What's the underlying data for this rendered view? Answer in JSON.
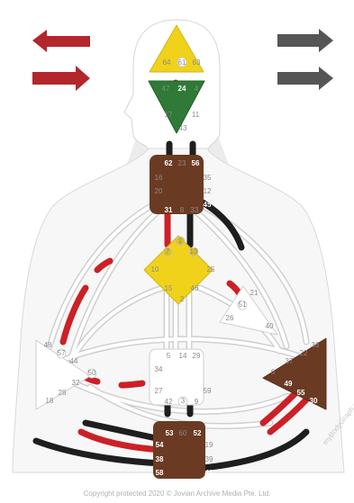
{
  "arrows": {
    "left_colors": [
      "#b3262b",
      "#b3262b"
    ],
    "right_colors": [
      "#555555",
      "#555555"
    ]
  },
  "colors": {
    "defined_channel": "#cc2027",
    "black_channel": "#1e1e1e",
    "open_channel": "#ffffff",
    "head": "#f0d21b",
    "ajna": "#2f7a37",
    "throat": "#6b3a22",
    "g_center": "#f0d21b",
    "heart": "#ffffff",
    "spleen": "#ffffff",
    "sacral": "#ffffff",
    "solar_plexus": "#6b3a22",
    "root": "#6b3a22",
    "body_outline": "#e8e8e8"
  },
  "centers": {
    "head": {
      "gates": [
        "64",
        "61",
        "63"
      ]
    },
    "ajna": {
      "gates": [
        "47",
        "24",
        "4",
        "17",
        "11",
        "43"
      ]
    },
    "throat": {
      "gates": [
        "62",
        "23",
        "56",
        "16",
        "35",
        "20",
        "12",
        "31",
        "8",
        "33",
        "45"
      ]
    },
    "g": {
      "gates": [
        "7",
        "1",
        "13",
        "10",
        "25",
        "15",
        "2",
        "46"
      ]
    },
    "heart": {
      "gates": [
        "21",
        "51",
        "26",
        "40"
      ]
    },
    "spleen": {
      "gates": [
        "48",
        "57",
        "44",
        "50",
        "32",
        "28",
        "18"
      ]
    },
    "sacral": {
      "gates": [
        "5",
        "14",
        "29",
        "34",
        "27",
        "59",
        "42",
        "3",
        "9"
      ]
    },
    "solar_plexus": {
      "gates": [
        "36",
        "22",
        "37",
        "6",
        "49",
        "55",
        "30"
      ]
    },
    "root": {
      "gates": [
        "53",
        "60",
        "52",
        "54",
        "19",
        "38",
        "39",
        "58",
        "41"
      ]
    }
  },
  "watermark": "myBodyGraph.com",
  "copyright": "Copyright protected 2020 © Jovian Archive Media Pte. Ltd."
}
